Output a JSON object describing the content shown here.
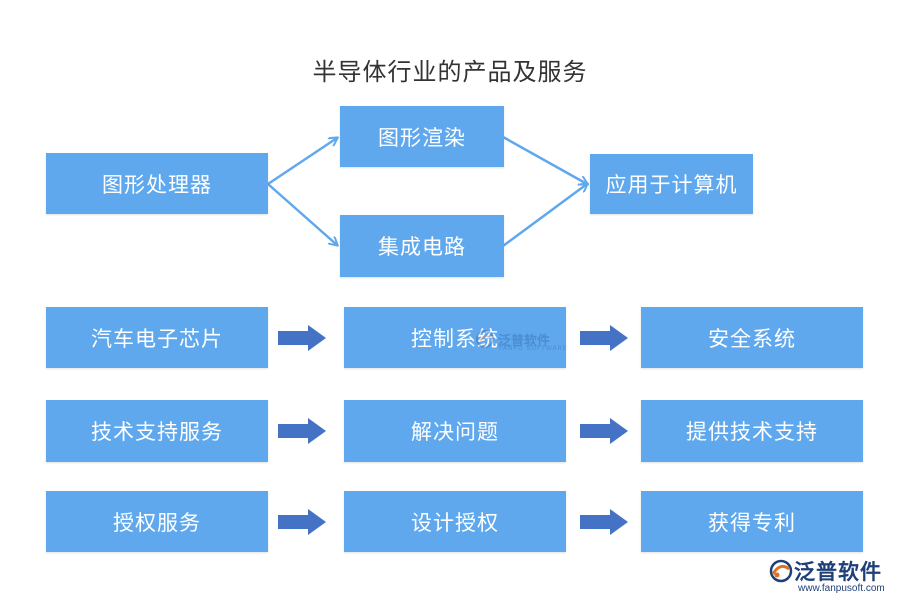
{
  "title": "半导体行业的产品及服务",
  "top_flow": {
    "source": "图形处理器",
    "branch_1": "图形渲染",
    "branch_2": "集成电路",
    "target": "应用于计算机"
  },
  "rows": [
    {
      "col1": "汽车电子芯片",
      "col2": "控制系统",
      "col3": "安全系统"
    },
    {
      "col1": "技术支持服务",
      "col2": "解决问题",
      "col3": "提供技术支持"
    },
    {
      "col1": "授权服务",
      "col2": "设计授权",
      "col3": "获得专利"
    }
  ],
  "watermark": {
    "text": "泛普软件",
    "subtext": "FANPU SOFTWARE"
  },
  "logo": {
    "text": "泛普软件",
    "url": "www.fanpusoft.com"
  },
  "colors": {
    "box": "#5fa8ee",
    "thin_arrow": "#5fa8ee",
    "block_arrow": "#4472c4",
    "title": "#333333"
  }
}
